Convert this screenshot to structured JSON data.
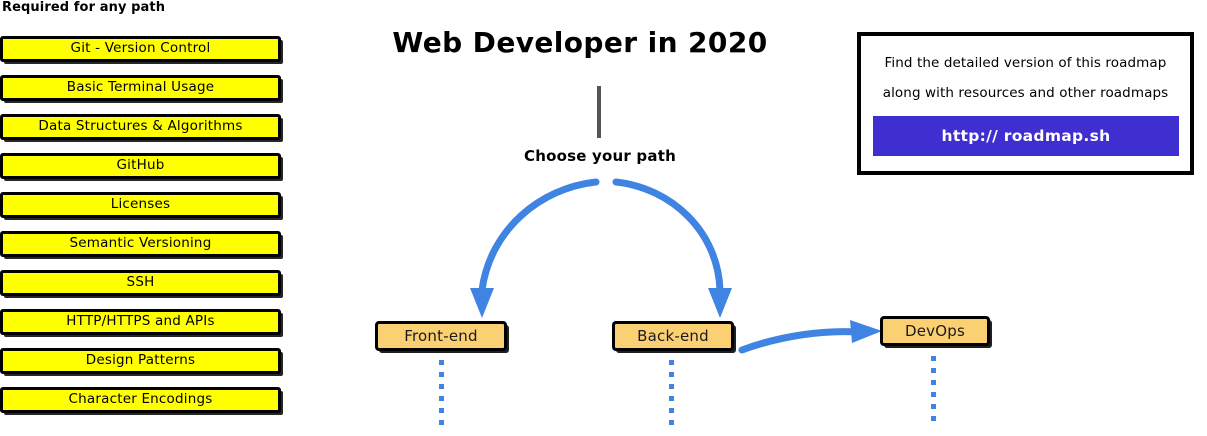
{
  "sidebar": {
    "title": "Required for any path",
    "items": [
      {
        "label": "Git - Version Control"
      },
      {
        "label": "Basic Terminal Usage"
      },
      {
        "label": "Data Structures & Algorithms"
      },
      {
        "label": "GitHub"
      },
      {
        "label": "Licenses"
      },
      {
        "label": "Semantic Versioning"
      },
      {
        "label": "SSH"
      },
      {
        "label": "HTTP/HTTPS and APIs"
      },
      {
        "label": "Design Patterns"
      },
      {
        "label": "Character Encodings"
      }
    ]
  },
  "center": {
    "title": "Web Developer in 2020",
    "choose_label": "Choose your path",
    "trunk_icon": "vertical-line-connector",
    "branch_left_icon": "curved-arrow-down-left",
    "branch_right_icon": "curved-arrow-down-right"
  },
  "paths": [
    {
      "label": "Front-end",
      "trail_icon": "dotted-line-down"
    },
    {
      "label": "Back-end",
      "trail_icon": "dotted-line-down"
    },
    {
      "label": "DevOps",
      "trail_icon": "dotted-line-down"
    }
  ],
  "devops_connector": {
    "icon": "curved-arrow-right"
  },
  "info_panel": {
    "line1": "Find the detailed version of this roadmap",
    "line2": "along with resources and other roadmaps",
    "url_label": "http:// roadmap.sh"
  },
  "colors": {
    "required_box_fill": "#ffff00",
    "path_node_fill": "#fbd073",
    "arrow_blue": "#3f84e3",
    "url_button": "#3f2ed0",
    "outline": "#000000",
    "trunk_gray": "#555555"
  }
}
